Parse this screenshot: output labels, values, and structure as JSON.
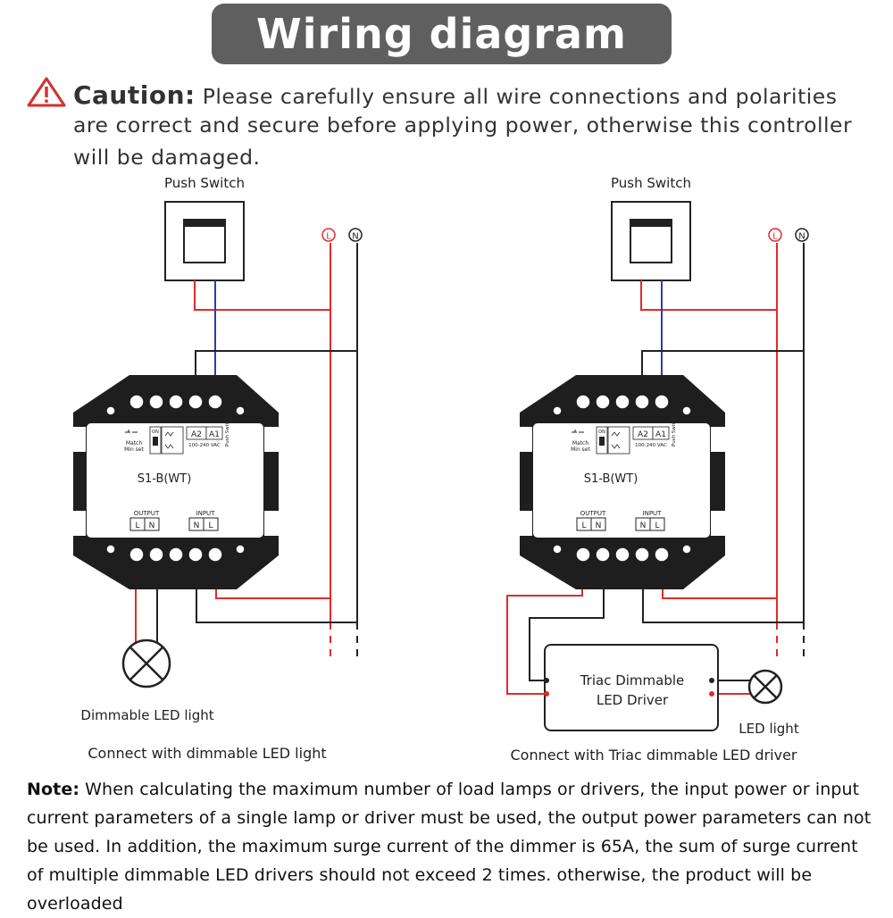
{
  "header": {
    "title": "Wiring diagram"
  },
  "caution": {
    "keyword": "Caution:",
    "line1": "Please carefully ensure all wire connections and polarities",
    "line2": "are correct and secure before applying power, otherwise this controller",
    "line3": "will be damaged."
  },
  "left_diagram": {
    "push_switch_label": "Push Switch",
    "live_label": "L",
    "neutral_label": "N",
    "device_model": "S1-B(WT)",
    "match_label": "Match",
    "min_set_label": "Min set",
    "on_label": "ON",
    "a2_label": "A2",
    "a1_label": "A1",
    "vac_label": "100-240 VAC",
    "push_switch_small": "Push Switch",
    "output_label": "OUTPUT",
    "input_label": "INPUT",
    "out_l": "L",
    "out_n": "N",
    "in_n": "N",
    "in_l": "L",
    "lamp_label": "Dimmable LED light",
    "caption": "Connect with dimmable LED light"
  },
  "right_diagram": {
    "push_switch_label": "Push Switch",
    "live_label": "L",
    "neutral_label": "N",
    "device_model": "S1-B(WT)",
    "match_label": "Match",
    "min_set_label": "Min set",
    "on_label": "ON",
    "a2_label": "A2",
    "a1_label": "A1",
    "vac_label": "100-240 VAC",
    "push_switch_small": "Push Switch",
    "output_label": "OUTPUT",
    "input_label": "INPUT",
    "out_l": "L",
    "out_n": "N",
    "in_n": "N",
    "in_l": "L",
    "driver_line1": "Triac Dimmable",
    "driver_line2": "LED Driver",
    "lamp_label": "LED light",
    "caption": "Connect with Triac dimmable LED driver"
  },
  "note": {
    "keyword": "Note:",
    "text": "When calculating the maximum number of load lamps or drivers, the input power or input current parameters of a single lamp or driver must be used, the output power parameters can not be used. In addition, the maximum surge current of the dimmer is 65A, the sum of surge current of multiple dimmable LED drivers should not exceed 2 times. otherwise, the product will be overloaded"
  },
  "colors": {
    "live_wire": "#e02b2b",
    "neutral_wire": "#222222",
    "switch_wire": "#2b3fa8",
    "title_bg": "#5f5f5f",
    "warning": "#d32f2f"
  },
  "icons": {
    "caution": "warning-triangle-icon",
    "lamp": "lamp-cross-icon"
  }
}
